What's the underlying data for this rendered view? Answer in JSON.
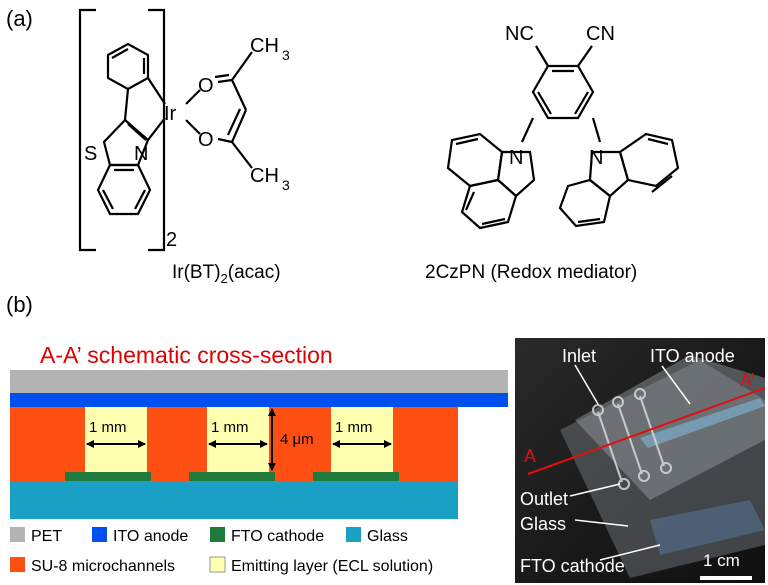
{
  "panel_a": {
    "label": "(a)",
    "ir_complex": {
      "caption_main": "Ir(BT)",
      "caption_sub": "2",
      "caption_tail": "(acac)",
      "bracket_subscript": "2",
      "atoms": {
        "ir": "Ir",
        "s": "S",
        "n": "N",
        "o_top": "O",
        "o_bottom": "O",
        "ch3_top": "CH",
        "ch3_bottom": "CH",
        "ch3_sub": "3"
      }
    },
    "czpn": {
      "caption": "2CzPN (Redox mediator)",
      "atoms": {
        "nc": "NC",
        "cn": "CN",
        "n_left": "N",
        "n_right": "N"
      }
    }
  },
  "panel_b": {
    "label": "(b)",
    "cross_section": {
      "title": "A-A’ schematic cross-section",
      "channel_width_label": "1 mm",
      "height_label": "4 μm",
      "colors": {
        "pet": "#b3b3b3",
        "ito": "#0050f0",
        "su8": "#ff4f13",
        "fto": "#1f7a3c",
        "glass": "#19a0c4",
        "emitting": "#ffffb0",
        "title": "#e00000"
      },
      "legend": [
        {
          "label": "PET",
          "color": "#b3b3b3"
        },
        {
          "label": "ITO anode",
          "color": "#0050f0"
        },
        {
          "label": "FTO cathode",
          "color": "#1f7a3c"
        },
        {
          "label": "Glass",
          "color": "#19a0c4"
        },
        {
          "label": "SU-8 microchannels",
          "color": "#ff4f13"
        },
        {
          "label": "Emitting layer (ECL solution)",
          "color": "#ffffb0"
        }
      ]
    },
    "photo": {
      "labels": {
        "inlet": "Inlet",
        "ito_anode": "ITO anode",
        "a_prime": "A’",
        "a": "A",
        "outlet": "Outlet",
        "glass": "Glass",
        "fto_cathode": "FTO cathode",
        "scale": "1 cm"
      },
      "colors": {
        "section_line": "#e01010"
      }
    }
  }
}
